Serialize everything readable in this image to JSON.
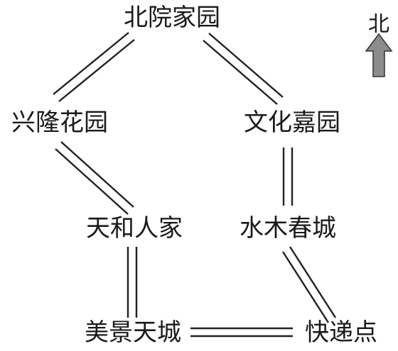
{
  "nodes": [
    {
      "id": "beiyuan",
      "label": "北院家园"
    },
    {
      "id": "xinglong",
      "label": "兴隆花园"
    },
    {
      "id": "wenhua",
      "label": "文化嘉园"
    },
    {
      "id": "tianhe",
      "label": "天和人家"
    },
    {
      "id": "shuimu",
      "label": "水木春城"
    },
    {
      "id": "meijing",
      "label": "美景天城"
    },
    {
      "id": "kuaidi",
      "label": "快递点"
    }
  ],
  "edges": [
    {
      "from": "beiyuan",
      "to": "xinglong"
    },
    {
      "from": "beiyuan",
      "to": "wenhua"
    },
    {
      "from": "xinglong",
      "to": "tianhe"
    },
    {
      "from": "wenhua",
      "to": "shuimu"
    },
    {
      "from": "tianhe",
      "to": "meijing"
    },
    {
      "from": "shuimu",
      "to": "kuaidi"
    },
    {
      "from": "meijing",
      "to": "kuaidi"
    }
  ],
  "compass": {
    "label": "北",
    "arrow_color": "#8c8c8c"
  }
}
